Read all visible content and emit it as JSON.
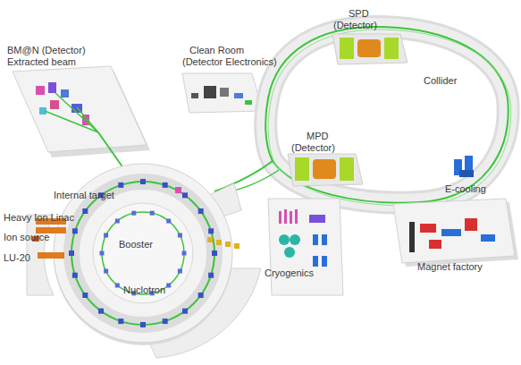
{
  "diagram": {
    "labels": [
      "BM@N (Detector)",
      "Extracted beam",
      "Clean Room",
      "(Detector Electronics)",
      "SPD",
      "(Detector)",
      "Collider",
      "MPD",
      "(Detector)",
      "E-cooling",
      "Internal target",
      "Heavy Ion Linac",
      "Ion source",
      "LU-20",
      "Booster",
      "Nuclotron",
      "Cryogenics",
      "Magnet factory"
    ]
  }
}
